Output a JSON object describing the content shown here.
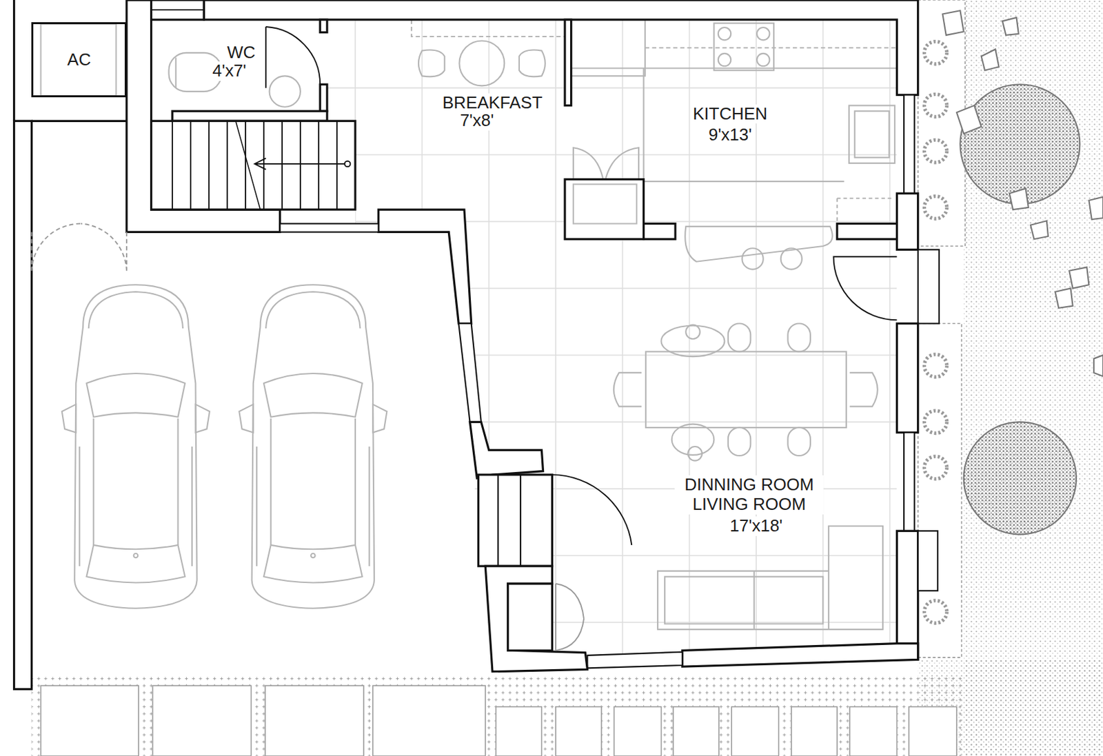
{
  "diagram": {
    "nodes": [
      {
        "text": [
          "AC"
        ]
      }
    ],
    "labels": [
      "WC",
      "4'x7'",
      "BREAKFAST",
      "7'x8'",
      "KITCHEN",
      "9'x13'",
      "DINNING ROOM LIVING ROOM",
      "17'x18'"
    ]
  }
}
